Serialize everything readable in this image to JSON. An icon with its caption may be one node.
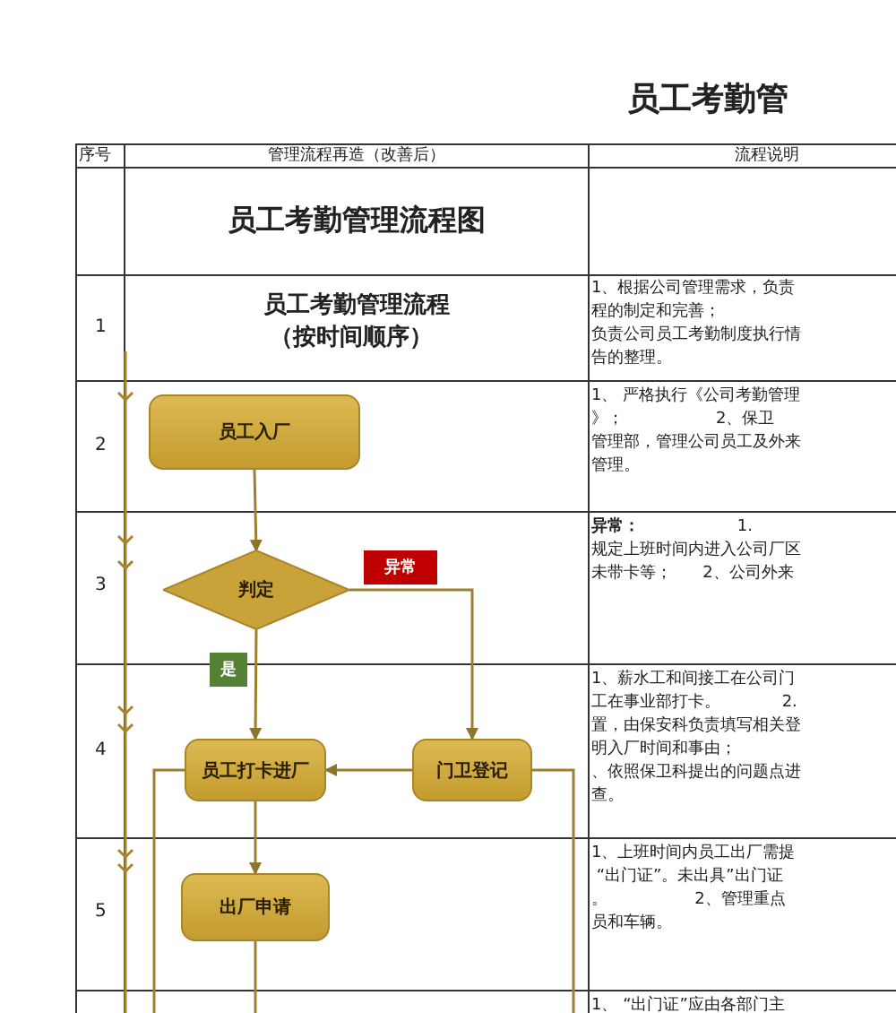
{
  "diagram": {
    "title": "员工考勤管",
    "nodes": [
      {
        "text": [
          "员工入厂"
        ]
      },
      {
        "text": [
          "判定"
        ]
      },
      {
        "text": [
          "员工打卡进厂"
        ]
      },
      {
        "text": [
          "门卫登记"
        ]
      },
      {
        "text": [
          "出厂申请"
        ]
      }
    ],
    "edges": [
      {
        "from": 0,
        "to": 1,
        "arrow": "to"
      },
      {
        "from": 1,
        "to": 3,
        "arrow": "to",
        "label": "异常"
      },
      {
        "from": 1,
        "to": 2,
        "arrow": "to",
        "label": "是"
      },
      {
        "from": 3,
        "to": 2,
        "arrow": "to"
      },
      {
        "from": 2,
        "to": 4,
        "arrow": "to"
      },
      {
        "from": 2,
        "to": null,
        "arrow": "none"
      },
      {
        "from": 3,
        "to": null,
        "arrow": "none"
      },
      {
        "from": 4,
        "to": null,
        "arrow": "none"
      }
    ],
    "labels": [
      "序号",
      "管理流程再造（改善后）",
      "流程说明",
      "员工考勤管理流程图",
      "1",
      "员工考勤管理流程",
      "（按时间顺序）",
      "1、根据公司管理需求，负责",
      "程的制定和完善；",
      "负责公司员工考勤制度执行情",
      "告的整理。",
      "2",
      "1、 严格执行《公司考勤管理",
      "》；                  2、保卫",
      "管理部，管理公司员工及外来",
      "管理。",
      "3",
      "**异常：**                   1.",
      "规定上班时间内进入公司厂区",
      "未带卡等；      2、公司外来",
      "4",
      "1、薪水工和间接工在公司门",
      "工在事业部打卡。            2.",
      "置，由保安科负责填写相关登",
      "明入厂时间和事由；",
      "、依照保卫科提出的问题点进",
      "查。",
      "5",
      "1、上班时间内员工出厂需提",
      " “出门证”。未出具”出门证",
      "。                 2、管理重点",
      "员和车辆。",
      "1、 “出门证”应由各部门主"
    ]
  }
}
